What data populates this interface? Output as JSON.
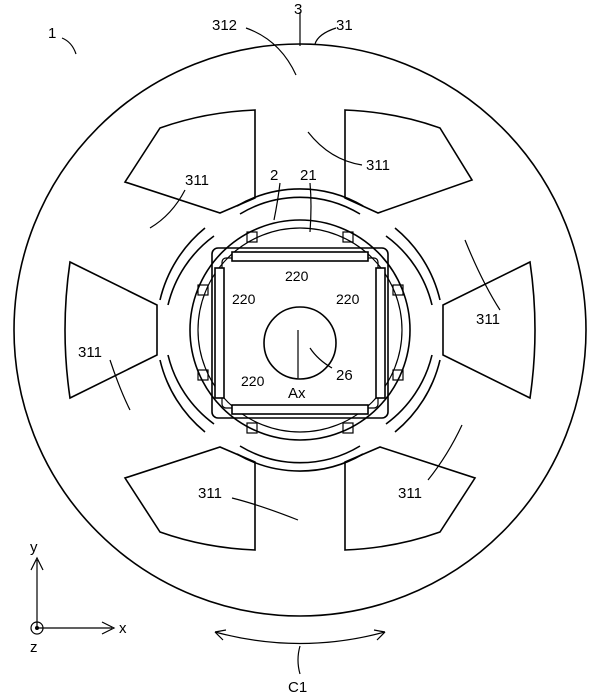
{
  "labels": {
    "device": "1",
    "stator": "3",
    "stator_ring": "31",
    "yoke": "312",
    "tooth_top": "311",
    "tooth_upper_left": "311",
    "tooth_right": "311",
    "tooth_left": "311",
    "tooth_lower_left": "311",
    "tooth_lower_right": "311",
    "rotor": "2",
    "rotor_ring": "21",
    "magnet_top": "220",
    "magnet_left": "220",
    "magnet_right": "220",
    "magnet_bottom": "220",
    "shaft": "26",
    "axis": "Ax",
    "rotation_dir": "C1",
    "axis_x": "x",
    "axis_y": "y",
    "axis_z": "z"
  }
}
